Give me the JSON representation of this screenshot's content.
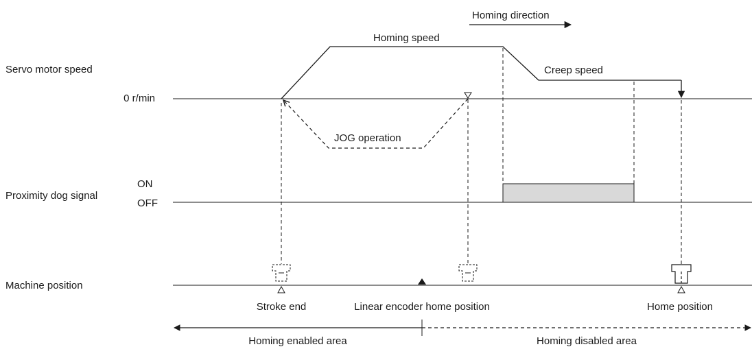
{
  "direction": {
    "label": "Homing direction"
  },
  "speeds": {
    "homing": "Homing speed",
    "creep": "Creep speed",
    "jog": "JOG operation"
  },
  "rows": {
    "servo_speed": "Servo motor speed",
    "zero_speed": "0 r/min",
    "prox_dog": "Proximity dog signal",
    "on": "ON",
    "off": "OFF",
    "machine_position": "Machine position"
  },
  "positions": {
    "stroke_end": "Stroke end",
    "encoder_home": "Linear encoder home position",
    "home": "Home position"
  },
  "areas": {
    "enabled": "Homing enabled area",
    "disabled": "Homing disabled area"
  },
  "colors": {
    "line": "#1a1a1a",
    "dog_fill": "#d9d9d9"
  }
}
